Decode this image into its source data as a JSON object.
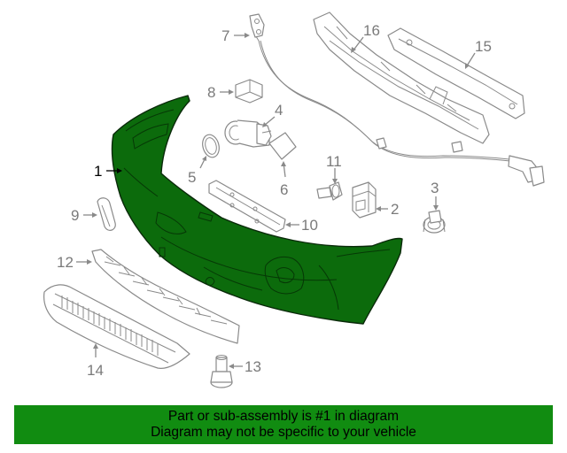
{
  "callouts": {
    "c1": "1",
    "c2": "2",
    "c3": "3",
    "c4": "4",
    "c5": "5",
    "c6": "6",
    "c7": "7",
    "c8": "8",
    "c9": "9",
    "c10": "10",
    "c11": "11",
    "c12": "12",
    "c13": "13",
    "c14": "14",
    "c15": "15",
    "c16": "16"
  },
  "highlight": {
    "part_number": "1",
    "color": "#0c6b0c"
  },
  "banner": {
    "line1": "Part or sub-assembly is #1 in diagram",
    "line2": "Diagram may not be specific to your vehicle",
    "background": "#118c11"
  }
}
